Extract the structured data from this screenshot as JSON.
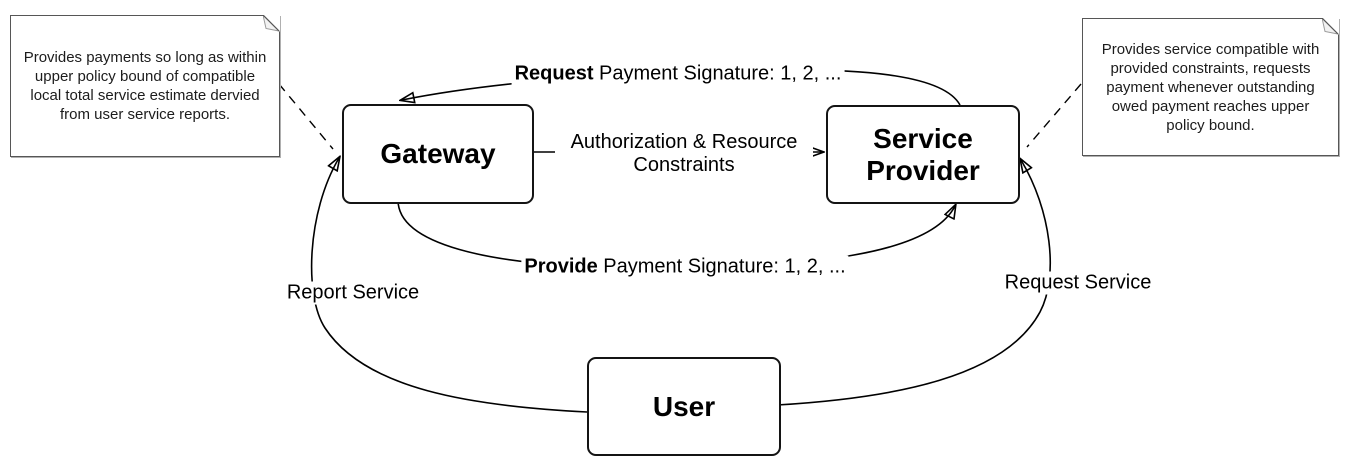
{
  "nodes": {
    "gateway": {
      "label": "Gateway"
    },
    "service_provider": {
      "label": "Service Provider"
    },
    "user": {
      "label": "User"
    }
  },
  "notes": {
    "gateway_note": {
      "text": "Provides payments so long as within upper policy bound of compatible local total service estimate dervied from user service reports."
    },
    "service_provider_note": {
      "text": "Provides service compatible with provided constraints, requests payment whenever outstanding owed payment reaches upper policy bound."
    }
  },
  "edges": {
    "request_payment_signature": {
      "bold": "Request",
      "rest": " Payment Signature: 1, 2, ..."
    },
    "authorization_constraints": {
      "label": "Authorization & Resource Constraints"
    },
    "provide_payment_signature": {
      "bold": "Provide",
      "rest": " Payment Signature: 1, 2, ..."
    },
    "report_service": {
      "label": "Report Service"
    },
    "request_service": {
      "label": "Request Service"
    }
  },
  "colors": {
    "stroke": "#000000",
    "node_fill": "#ffffff",
    "background": "#ffffff",
    "note_border": "#565656"
  }
}
